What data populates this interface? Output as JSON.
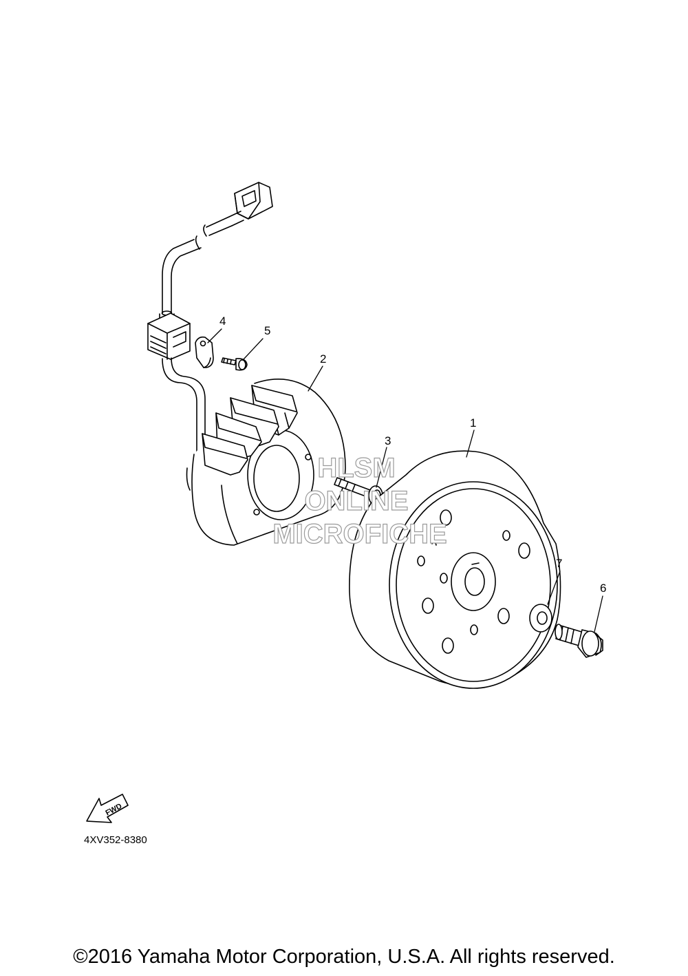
{
  "callouts": [
    "1",
    "2",
    "3",
    "4",
    "5",
    "6",
    "7"
  ],
  "watermark": [
    "HLSM",
    "ONLINE",
    "MICROFICHE"
  ],
  "fwd_label": "FWD",
  "diagram_code": "4XV352-8380",
  "copyright": "©2016 Yamaha Motor Corporation, U.S.A. All rights reserved."
}
